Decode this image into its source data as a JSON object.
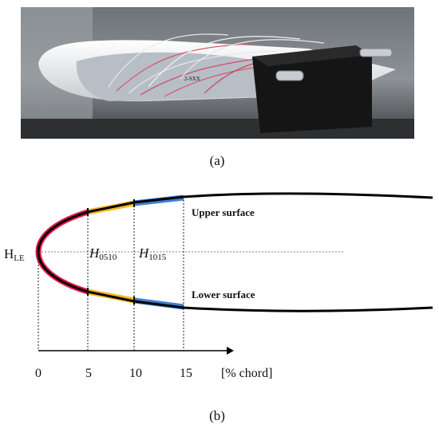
{
  "photo": {
    "label_text": "2-SXX"
  },
  "caption_a": "(a)",
  "caption_b": "(b)",
  "labels": {
    "hle_main": "H",
    "hle_sub": "LE",
    "h0510_main": "H",
    "h0510_sub": "0510",
    "h1015_main": "H",
    "h1015_sub": "1015",
    "upper": "Upper surface",
    "lower": "Lower surface",
    "unit": "[% chord]"
  },
  "ticks": [
    "0",
    "5",
    "10",
    "15"
  ],
  "colors": {
    "leading_edge": "#e0184a",
    "segment_0510": "#f4b523",
    "segment_1015": "#3f7fcf",
    "outline": "#000000"
  }
}
